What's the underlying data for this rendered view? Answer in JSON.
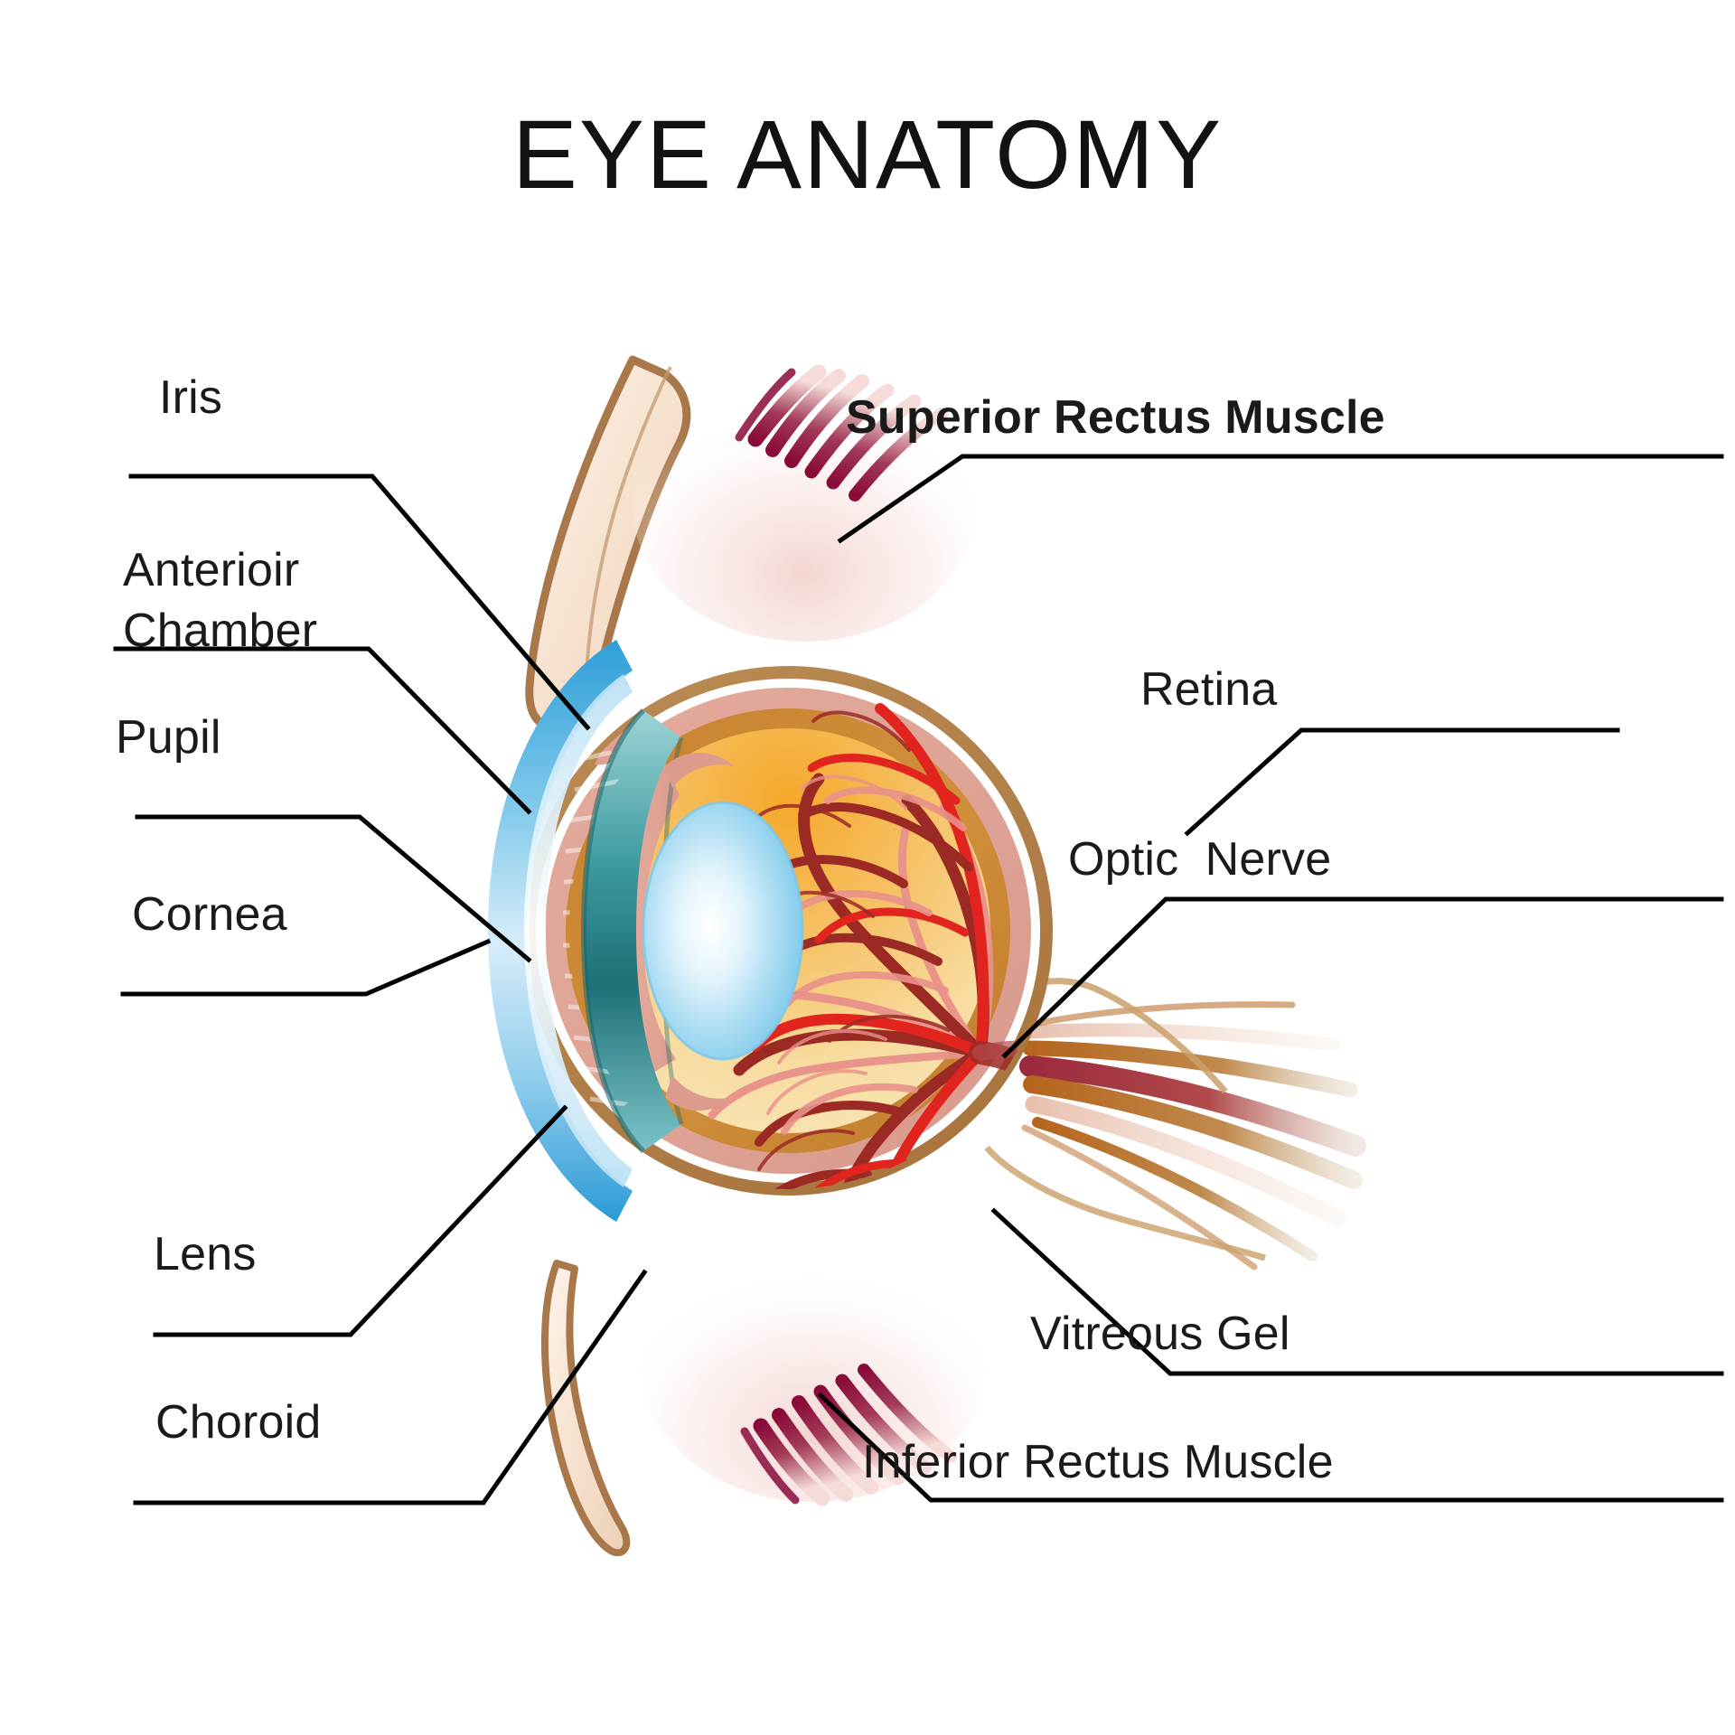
{
  "title": "EYE ANATOMY",
  "theme": {
    "background": "#ffffff",
    "text": "#1a1a1a",
    "leader_line": "#000000",
    "sclera_outer": "#b3824a",
    "sclera_white": "#ffffff",
    "choroid_pink": "#dea394",
    "retina_orange": "#cd8432",
    "vitreous_top": "#f2a72d",
    "vitreous_bottom": "#f8e2ac",
    "cornea_blue": "#2e9fd8",
    "cornea_light": "#cfeaf8",
    "iris_teal": "#1f7f85",
    "lens_blue": "#8fd0f0",
    "lens_core": "#ffffff",
    "ciliary_salmon": "#e0a193",
    "muscle_maroon": "#8a0b39",
    "muscle_pink": "#f0c9c4",
    "vessel_bright_red": "#e2241f",
    "vessel_dark_red": "#9c2a24",
    "vessel_pale_red": "#e9918a",
    "optic_nerve_brown": "#b5651d",
    "optic_nerve_tan": "#c9a06a",
    "eyelid_brown": "#a9784a",
    "eyelid_skin": "#f6e0cd"
  },
  "labels": {
    "left": [
      {
        "id": "iris",
        "text": "Iris",
        "bold": false
      },
      {
        "id": "anterior-chamber",
        "text": "Anterioir",
        "text2": "Chamber",
        "bold": false
      },
      {
        "id": "pupil",
        "text": "Pupil",
        "bold": false
      },
      {
        "id": "cornea",
        "text": "Cornea",
        "bold": false
      },
      {
        "id": "lens",
        "text": "Lens",
        "bold": false
      },
      {
        "id": "choroid",
        "text": "Choroid",
        "bold": false
      }
    ],
    "right": [
      {
        "id": "superior-rectus-muscle",
        "text": "Superior Rectus Muscle",
        "bold": true
      },
      {
        "id": "retina",
        "text": "Retina",
        "bold": false
      },
      {
        "id": "optic-nerve",
        "text": "Optic  Nerve",
        "bold": false
      },
      {
        "id": "vitreous-gel",
        "text": "Vitreous Gel",
        "bold": false
      },
      {
        "id": "inferior-rectus-muscle",
        "text": "Inferior Rectus Muscle",
        "bold": false
      }
    ]
  },
  "structures": [
    {
      "name": "cornea",
      "description": "transparent blue outer dome at front of eye"
    },
    {
      "name": "anterior-chamber",
      "description": "fluid space between cornea and iris"
    },
    {
      "name": "iris",
      "description": "teal striated ring controlling pupil size"
    },
    {
      "name": "pupil",
      "description": "central aperture of the iris"
    },
    {
      "name": "lens",
      "description": "biconvex light blue lens behind pupil"
    },
    {
      "name": "ciliary-body",
      "description": "salmon coloured body anchoring the lens"
    },
    {
      "name": "vitreous-gel",
      "description": "orange-to-yellow gel filling the globe"
    },
    {
      "name": "retina",
      "description": "inner orange layer carrying blood vessels"
    },
    {
      "name": "choroid",
      "description": "pink vascular layer beneath the retina"
    },
    {
      "name": "sclera",
      "description": "outer tan protective coat of the eyeball"
    },
    {
      "name": "optic-nerve",
      "description": "brown nerve bundle exiting posteriorly"
    },
    {
      "name": "superior-rectus-muscle",
      "description": "maroon muscle attaching above the globe"
    },
    {
      "name": "inferior-rectus-muscle",
      "description": "maroon muscle attaching below the globe"
    },
    {
      "name": "eyelid",
      "description": "upper and lower lid profiles in skin tone"
    },
    {
      "name": "retinal-blood-vessels",
      "description": "red branching vasculature on the retina"
    }
  ]
}
